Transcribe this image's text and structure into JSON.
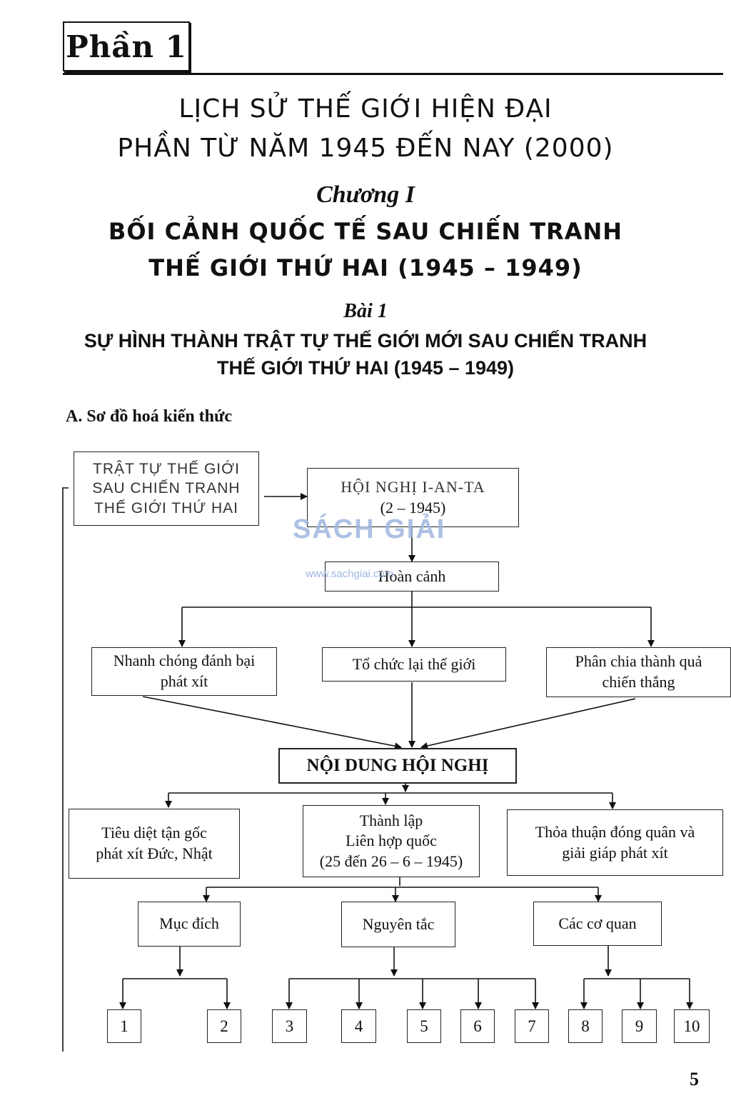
{
  "header": {
    "part_label": "Phần 1",
    "title_line1": "LỊCH SỬ THẾ GIỚI HIỆN ĐẠI",
    "title_line2": "PHẦN TỪ NĂM 1945 ĐẾN NAY (2000)",
    "chapter": "Chương I",
    "chapter_title_line1": "BỐI CẢNH QUỐC TẾ SAU CHIẾN TRANH",
    "chapter_title_line2": "THẾ GIỚI THỨ HAI (1945 – 1949)",
    "lesson": "Bài 1",
    "lesson_title_line1": "SỰ HÌNH THÀNH TRẬT TỰ THẾ GIỚI MỚI SAU CHIẾN TRANH",
    "lesson_title_line2": "THẾ GIỚI THỨ HAI (1945 – 1949)"
  },
  "section": {
    "heading": "A. Sơ đồ hoá kiến thức"
  },
  "diagram": {
    "root": [
      "TRẬT TỰ THẾ GIỚI",
      "SAU CHIẾN TRANH",
      "THẾ GIỚI THỨ HAI"
    ],
    "conference": [
      "HỘI NGHỊ I-AN-TA",
      "(2 – 1945)"
    ],
    "context": "Hoàn cảnh",
    "context_items": [
      [
        "Nhanh chóng đánh bại",
        "phát xít"
      ],
      [
        "Tổ chức lại thế giới"
      ],
      [
        "Phân chia thành quả",
        "chiến thắng"
      ]
    ],
    "content": "NỘI DUNG HỘI NGHỊ",
    "content_items": [
      [
        "Tiêu diệt tận gốc",
        "phát xít Đức, Nhật"
      ],
      [
        "Thành lập",
        "Liên hợp quốc",
        "(25 đến 26 – 6 – 1945)"
      ],
      [
        "Thỏa thuận đóng quân và",
        "giải giáp phát xít"
      ]
    ],
    "un_items": [
      "Mục đích",
      "Nguyên tắc",
      "Các cơ quan"
    ],
    "numbers": [
      "1",
      "2",
      "3",
      "4",
      "5",
      "6",
      "7",
      "8",
      "9",
      "10"
    ]
  },
  "watermark": {
    "text": "SÁCH GIẢI",
    "url": "www.sachgiai.com"
  },
  "footer": {
    "page_number": "5"
  }
}
